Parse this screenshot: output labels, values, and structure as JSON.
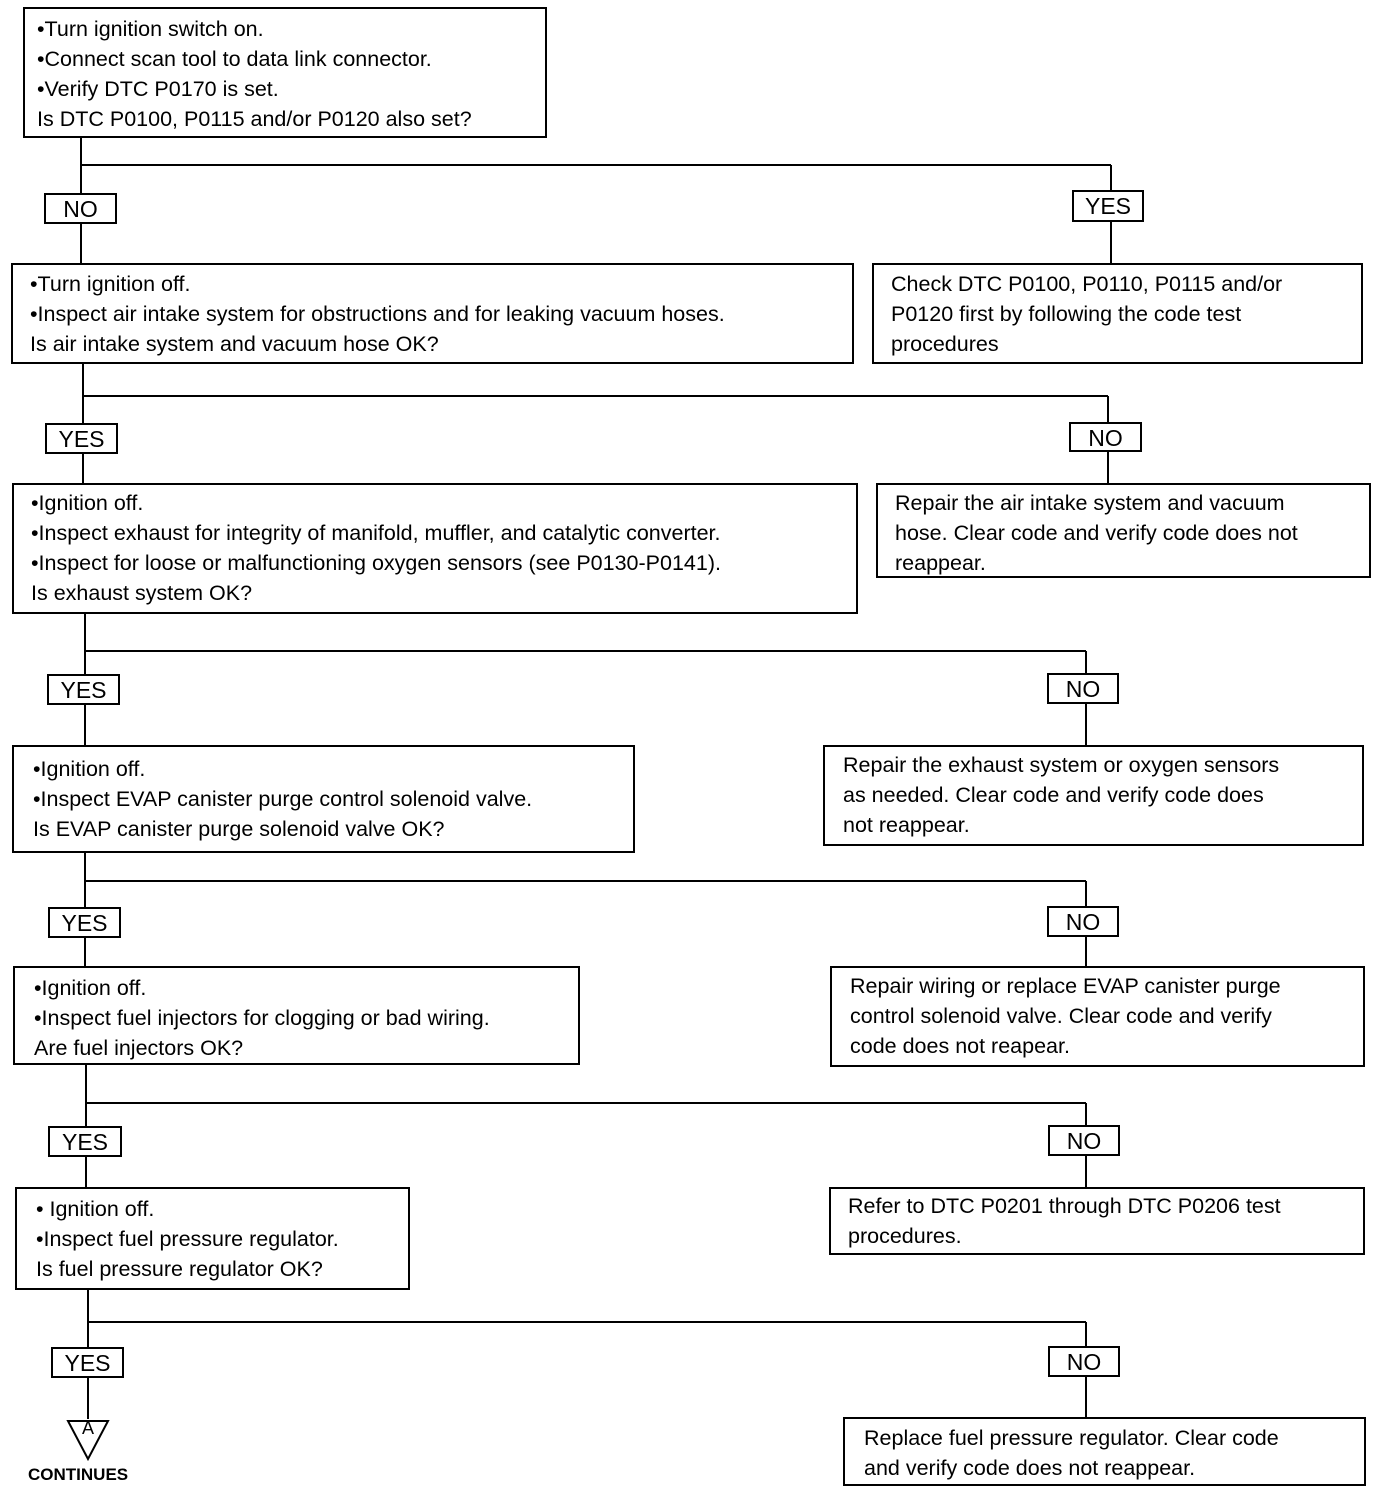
{
  "boxes": {
    "start": {
      "lines": [
        {
          "bullet": true,
          "text": "Turn ignition switch on."
        },
        {
          "bullet": true,
          "text": "Connect scan tool to data link connector."
        },
        {
          "bullet": true,
          "text": "Verify DTC P0170 is set."
        },
        {
          "bullet": false,
          "text": "Is DTC P0100, P0115 and/or P0120 also set?"
        }
      ]
    },
    "check_codes": {
      "lines": [
        {
          "bullet": false,
          "text": "Check DTC P0100, P0110, P0115 and/or"
        },
        {
          "bullet": false,
          "text": "P0120 first by following the code test"
        },
        {
          "bullet": false,
          "text": "procedures"
        }
      ]
    },
    "air_intake": {
      "lines": [
        {
          "bullet": true,
          "text": "Turn ignition off."
        },
        {
          "bullet": true,
          "text": "Inspect air intake system for obstructions and for leaking vacuum hoses."
        },
        {
          "bullet": false,
          "text": "Is air intake system and vacuum hose OK?"
        }
      ]
    },
    "repair_air": {
      "lines": [
        {
          "bullet": false,
          "text": "Repair the air intake system and vacuum"
        },
        {
          "bullet": false,
          "text": "hose. Clear code and verify code does not"
        },
        {
          "bullet": false,
          "text": "reappear."
        }
      ]
    },
    "exhaust": {
      "lines": [
        {
          "bullet": true,
          "text": "Ignition off."
        },
        {
          "bullet": true,
          "text": "Inspect exhaust for integrity of manifold, muffler, and catalytic converter."
        },
        {
          "bullet": true,
          "text": "Inspect for loose or malfunctioning oxygen sensors (see P0130-P0141)."
        },
        {
          "bullet": false,
          "text": "Is exhaust system OK?"
        }
      ]
    },
    "repair_exhaust": {
      "lines": [
        {
          "bullet": false,
          "text": "Repair the exhaust system or oxygen sensors"
        },
        {
          "bullet": false,
          "text": "as needed. Clear code and verify code does"
        },
        {
          "bullet": false,
          "text": "not reappear."
        }
      ]
    },
    "evap": {
      "lines": [
        {
          "bullet": true,
          "text": "Ignition off."
        },
        {
          "bullet": true,
          "text": "Inspect EVAP canister purge control solenoid valve."
        },
        {
          "bullet": false,
          "text": "Is EVAP canister purge solenoid valve OK?"
        }
      ]
    },
    "repair_evap": {
      "lines": [
        {
          "bullet": false,
          "text": "Repair wiring or replace EVAP canister purge"
        },
        {
          "bullet": false,
          "text": "control solenoid valve. Clear code and verify"
        },
        {
          "bullet": false,
          "text": "code does not reapear."
        }
      ]
    },
    "injectors": {
      "lines": [
        {
          "bullet": true,
          "text": "Ignition off."
        },
        {
          "bullet": true,
          "text": "Inspect fuel injectors for clogging or bad wiring."
        },
        {
          "bullet": false,
          "text": "Are fuel injectors OK?"
        }
      ]
    },
    "refer_injectors": {
      "lines": [
        {
          "bullet": false,
          "text": "Refer to DTC P0201 through DTC P0206 test"
        },
        {
          "bullet": false,
          "text": "procedures."
        }
      ]
    },
    "regulator": {
      "lines": [
        {
          "bullet": true,
          "text": " Ignition off."
        },
        {
          "bullet": true,
          "text": "Inspect fuel pressure regulator."
        },
        {
          "bullet": false,
          "text": "Is fuel pressure regulator OK?"
        }
      ]
    },
    "replace_regulator": {
      "lines": [
        {
          "bullet": false,
          "text": "Replace fuel pressure regulator. Clear code"
        },
        {
          "bullet": false,
          "text": "and verify code does not reappear."
        }
      ]
    }
  },
  "branch_labels": {
    "b1_left": "NO",
    "b1_right": "YES",
    "b2_left": "YES",
    "b2_right": "NO",
    "b3_left": "YES",
    "b3_right": "NO",
    "b4_left": "YES",
    "b4_right": "NO",
    "b5_left": "YES",
    "b5_right": "NO",
    "b6_left": "YES",
    "b6_right": "NO"
  },
  "connector": {
    "letter": "A",
    "label": "CONTINUES"
  }
}
